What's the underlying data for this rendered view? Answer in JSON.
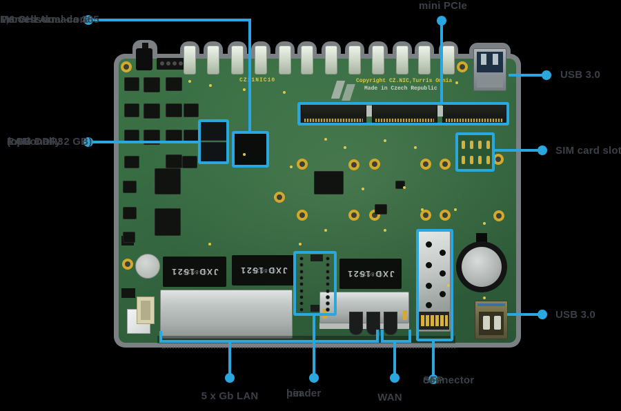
{
  "colors": {
    "background": "#000000",
    "accent_blue": "#2ba7e0",
    "label_text": "#3a4046",
    "pcb_green": "#366941",
    "silkscreen_yellow": "#d9c93f"
  },
  "callouts": {
    "processor": {
      "line1": "Processor",
      "line2": "Marvell Armada 385",
      "line3": "1,6 GHz dual-core"
    },
    "ram": {
      "line1": "RAM",
      "line2": "1 GB DDR3",
      "line3": "(optionally 2 GB)"
    },
    "mini_pcie": {
      "label": "mini PCIe"
    },
    "usb_top": {
      "label": "USB 3.0"
    },
    "sim": {
      "label": "SIM card slot"
    },
    "usb_bottom": {
      "label": "USB 3.0"
    },
    "lan": {
      "label": "5 x Gb LAN"
    },
    "pin_header": {
      "line1": "pin",
      "line2": "header"
    },
    "wan": {
      "label": "WAN"
    },
    "sfp": {
      "line1": "SFP",
      "line2": "connector"
    }
  },
  "silkscreen": {
    "copyright": "Copyright CZ.NIC,Turris Omnia",
    "made_in": "Made in Czech Republic",
    "board_id": "CZ11NIC10",
    "transformer_chip_name": "JXD 1521",
    "transformer_chip_part": "G4801S"
  }
}
